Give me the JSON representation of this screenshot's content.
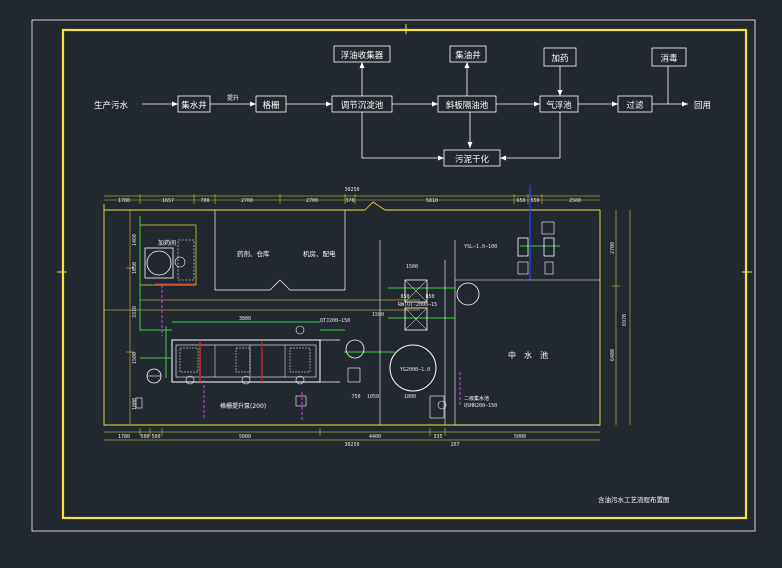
{
  "flow": {
    "source": "生产污水",
    "collect_well": "集水井",
    "lift_label": "提升",
    "screen": "格栅",
    "equalization": "调节沉淀池",
    "inclined_plate": "斜板隔油池",
    "air_float": "气浮池",
    "filter": "过滤",
    "reuse": "回用",
    "oil_collector": "浮油收集器",
    "oil_well": "集油井",
    "dosing": "加药",
    "disinfect": "消毒",
    "sludge": "污泥干化"
  },
  "plan": {
    "room_a": "药剂、仓库",
    "room_b": "机房、配电",
    "clear_pool": "中　水　池",
    "dosing_room": "加药间",
    "overall_width": "30250",
    "top_dims": [
      "1780",
      "1657",
      "700",
      "2700",
      "2700",
      "370",
      "5810",
      "650",
      "550",
      "2500"
    ],
    "bottom_dims": [
      "1780",
      "500",
      "500",
      "5000",
      "4400",
      "335",
      "5000"
    ],
    "bottom_total": "30250",
    "bottom_total_b": "207",
    "right_dims": [
      "2700",
      "6970",
      "6400"
    ],
    "left_dims": [
      "1460",
      "1050",
      "3310",
      "1500",
      "1800"
    ],
    "equip_a": "QTJ200—150",
    "equip_b": "RW(U)-2000—15",
    "equip_c": "YG2000—1.0",
    "equip_d": "YSL—1.0—100",
    "equip_e": "QSHR200—150",
    "note_a": "格栅提升泵(200)",
    "note_b": "二级集水池",
    "pipe_dims": [
      "3800",
      "1500",
      "850",
      "850",
      "1500",
      "750",
      "1050",
      "1800"
    ]
  },
  "title_block": "含油污水工艺流程布置图",
  "colors": {
    "background": "#212830",
    "frame": "#f5e23a",
    "line": "#ffffff",
    "accent_green": "#3ad13a",
    "accent_red": "#e02020",
    "accent_magenta": "#e040e0",
    "accent_blue": "#2040ff"
  }
}
